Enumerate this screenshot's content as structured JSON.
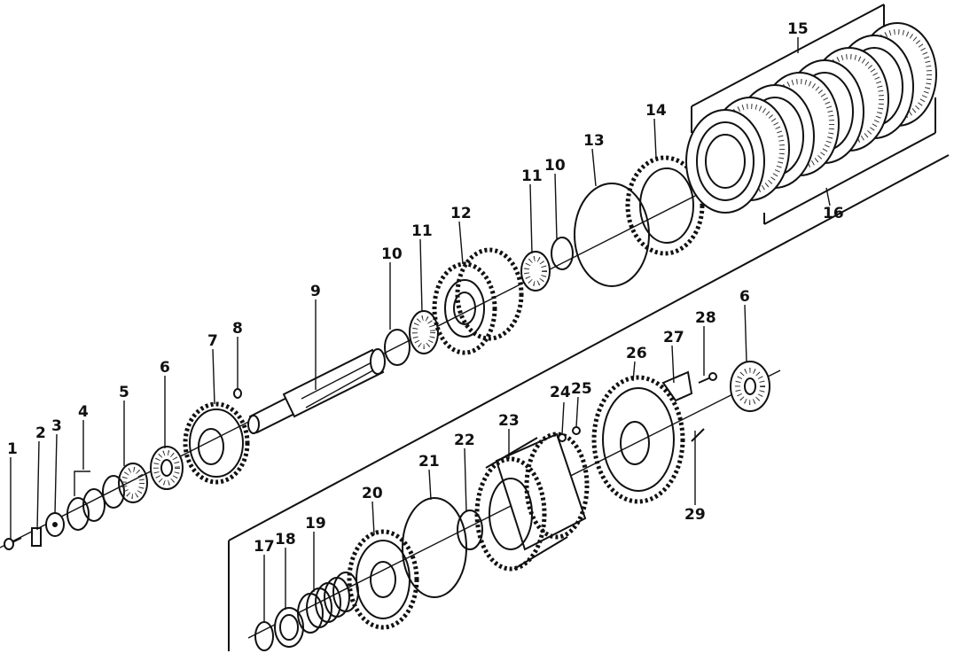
{
  "diagram": {
    "labels": {
      "l1": "1",
      "l2": "2",
      "l3": "3",
      "l4": "4",
      "l5": "5",
      "l6": "6",
      "l7": "7",
      "l8": "8",
      "l9": "9",
      "l10a": "10",
      "l11a": "11",
      "l12": "12",
      "l10b": "10",
      "l11b": "11",
      "l13": "13",
      "l14": "14",
      "l15": "15",
      "l16": "16",
      "l6b": "6",
      "l28": "28",
      "l27": "27",
      "l26": "26",
      "l25": "25",
      "l24": "24",
      "l23": "23",
      "l22": "22",
      "l21": "21",
      "l20": "20",
      "l19": "19",
      "l18": "18",
      "l17": "17",
      "l29": "29"
    }
  }
}
